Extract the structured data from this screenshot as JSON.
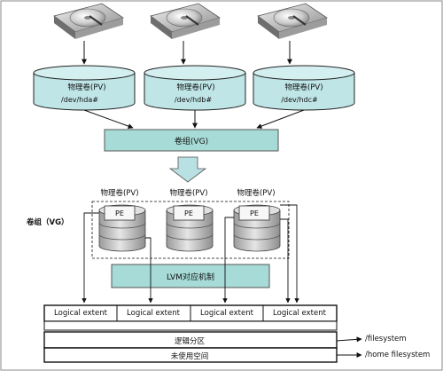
{
  "pv_disks": [
    {
      "label": "物理卷(PV)",
      "device": "/dev/hda#"
    },
    {
      "label": "物理卷(PV)",
      "device": "/dev/hdb#"
    },
    {
      "label": "物理卷(PV)",
      "device": "/dev/hdc#"
    }
  ],
  "vg_top": {
    "label": "卷组(VG)"
  },
  "vg_section": {
    "side_label": "卷组（VG）",
    "stacks": [
      {
        "pv_label": "物理卷(PV)",
        "pe_label": "PE"
      },
      {
        "pv_label": "物理卷(PV)",
        "pe_label": "PE"
      },
      {
        "pv_label": "物理卷(PV)",
        "pe_label": "PE"
      }
    ]
  },
  "lvm_box": {
    "label": "LVM对应机制"
  },
  "logical_extents": [
    "Logical extent",
    "Logical extent",
    "Logical extent",
    "Logical extent"
  ],
  "lv_row": {
    "label": "逻辑分区",
    "mount": "/filesystem"
  },
  "unused_row": {
    "label": "未使用空间",
    "mount": "/home filesystem"
  },
  "colors": {
    "cylinder_fill": "#bfe5e7",
    "box_fill": "#a6dbd7",
    "arrow_fill": "#b9e1e3",
    "stack_fill": "#c7c7c7"
  },
  "icons": [
    "hard-drive-icon",
    "disk-stack-icon",
    "down-arrow-icon"
  ]
}
